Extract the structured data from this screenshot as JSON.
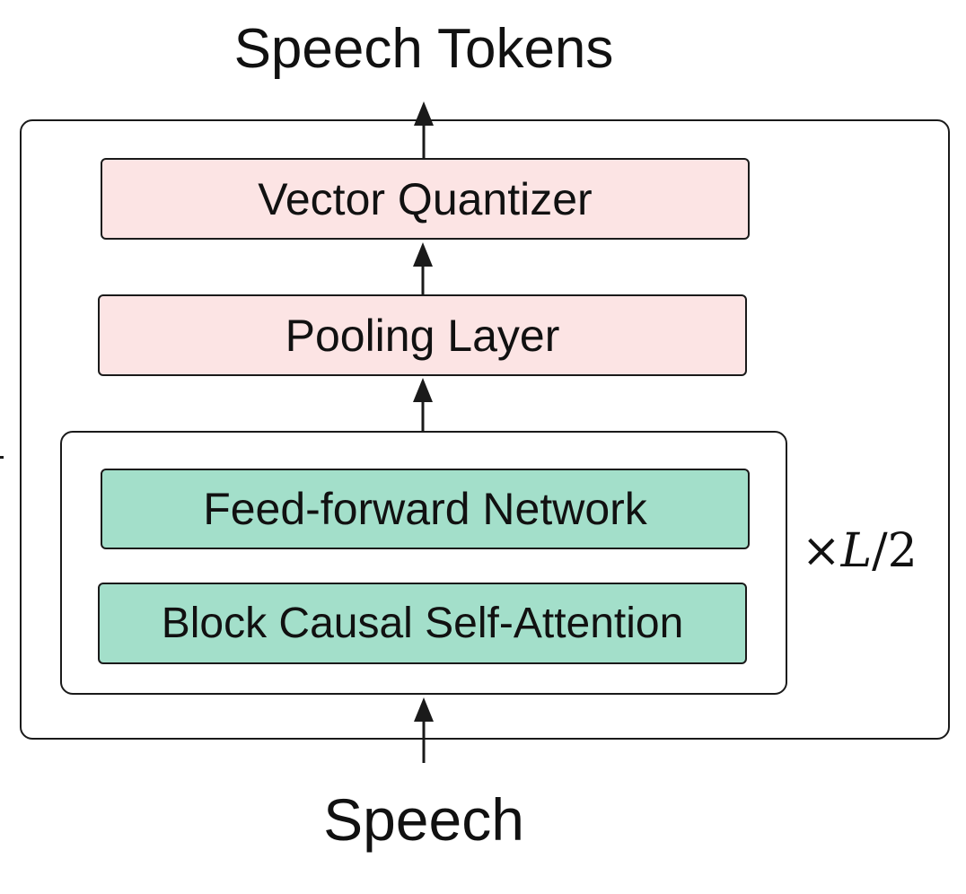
{
  "output_label": "Speech Tokens",
  "input_label": "Speech",
  "layers": {
    "vector_quantizer": "Vector Quantizer",
    "pooling_layer": "Pooling Layer",
    "feed_forward": "Feed-forward Network",
    "block_attention": "Block Causal Self-Attention"
  },
  "repeat": {
    "times": "×",
    "variable": "L",
    "fraction": "/2"
  },
  "colors": {
    "pink_fill": "#fce4e4",
    "green_fill": "#a3dfca",
    "stroke": "#1a1a1a"
  }
}
